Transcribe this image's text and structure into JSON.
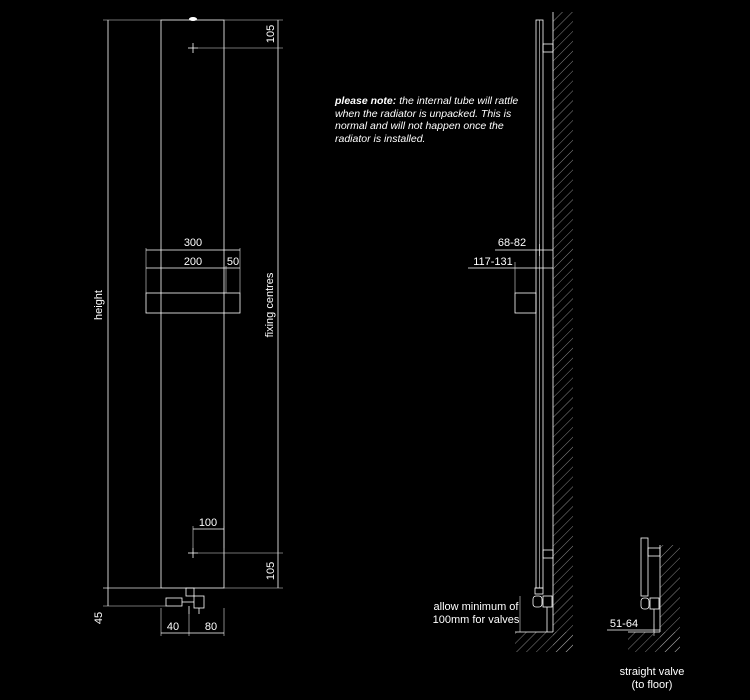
{
  "note": {
    "lead": "please note:",
    "body": " the internal tube will rattle when the radiator is unpacked. This is normal and will not happen once the radiator is installed."
  },
  "front_view": {
    "top_offset": "105",
    "bottom_offset": "105",
    "height_label": "height",
    "fixing_label": "fixing centres",
    "towel_bar_width": "300",
    "towel_bar_inner": "200",
    "towel_bar_projection": "50",
    "bracket_width": "100",
    "pipe_height": "45",
    "valve_left": "40",
    "valve_right": "80"
  },
  "side_view": {
    "wall_distance": "68-82",
    "bar_distance": "117-131",
    "valve_note_line1": "allow minimum of",
    "valve_note_line2": "100mm for valves"
  },
  "valve_view": {
    "distance": "51-64",
    "caption_line1": "straight valve",
    "caption_line2": "(to floor)"
  }
}
